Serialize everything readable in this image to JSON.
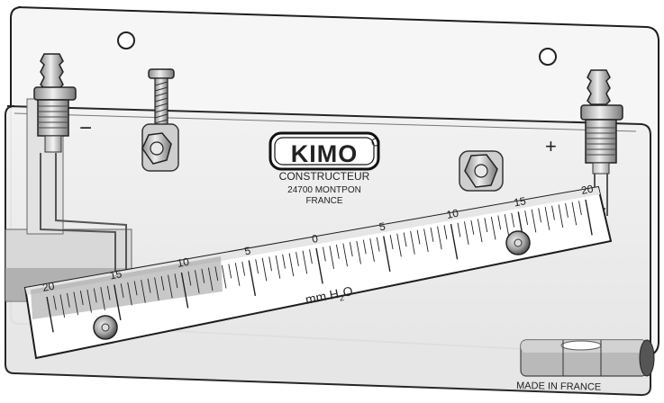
{
  "brand": {
    "logo": "KIMO",
    "line1": "CONSTRUCTEUR",
    "line2": "24700 MONTPON",
    "line3": "FRANCE"
  },
  "ports": {
    "left_sign": "−",
    "right_sign": "+"
  },
  "scale": {
    "unit_main": "mm H",
    "unit_sub": "2",
    "unit_tail": "O",
    "min": -20,
    "max": 20,
    "labels": [
      "20",
      "15",
      "10",
      "5",
      "0",
      "5",
      "10",
      "15",
      "20"
    ]
  },
  "footer": {
    "made_in": "MADE IN FRANCE"
  },
  "icons": {
    "screw": "screw-icon",
    "hose_barb": "hose-barb-icon",
    "level": "bubble-level-icon"
  }
}
